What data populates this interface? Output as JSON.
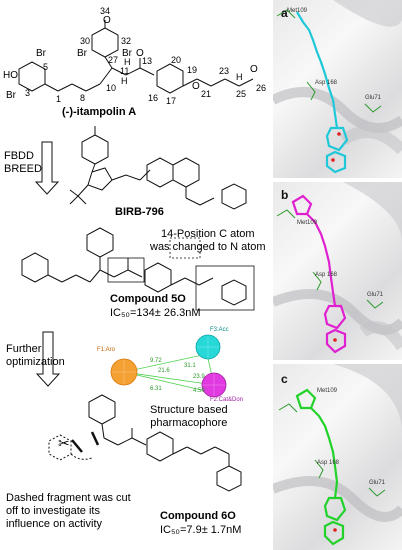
{
  "mol_a": {
    "name": "(-)-itampolin A",
    "atoms": {
      "n34": "34",
      "o": "O",
      "n30": "30",
      "n32": "32",
      "br1": "Br",
      "br2": "Br",
      "br3": "Br",
      "br4": "Br",
      "n5": "5",
      "ho": "HO",
      "n3": "3",
      "n1": "1",
      "n27": "27",
      "h11": "H",
      "n11": "11",
      "n8": "8",
      "n10": "10",
      "n13": "13",
      "h7": "H",
      "n20": "20",
      "n19": "19",
      "n16": "16",
      "n17": "17",
      "n21": "21",
      "n23": "23",
      "h25": "H",
      "n25": "25",
      "n26": "26",
      "oc": "O",
      "oe": "O",
      "oa": "O"
    }
  },
  "arrow1_label": "FBDD\nBREED",
  "mol_b": {
    "name": "BIRB-796"
  },
  "mol_5o": {
    "note": "14-Position C atom\nwas changed to N atom",
    "name": "Compound 5O",
    "ic50": "IC₅₀=134± 26.3nM"
  },
  "arrow2_label": "Further\noptimization",
  "pharmacophore": {
    "label": "Structure based\npharmacophore",
    "f1": "F1:Aro",
    "f2": "F2:Cat&Don",
    "f3": "F3:Acc",
    "d1": "9.72",
    "d2": "21.6",
    "d3": "6.31",
    "d4": "31.1",
    "d5": "4.50",
    "d6": "23.9"
  },
  "mol_6o": {
    "note": "Dashed fragment was cut\noff to investigate its\ninfluence on activity",
    "name": "Compound 6O",
    "ic50": "IC₅₀=7.9± 1.7nM"
  },
  "panels": [
    {
      "label": "a",
      "res1": "Met109",
      "res2": "Asp 168",
      "res3": "Glu71",
      "ligand_color": "#1ec8d8"
    },
    {
      "label": "b",
      "res1": "Met109",
      "res2": "Asp 168",
      "res3": "Glu71",
      "ligand_color": "#e020d0"
    },
    {
      "label": "c",
      "res1": "Met109",
      "res2": "Asp 168",
      "res3": "Glu71",
      "ligand_color": "#22d22a"
    }
  ]
}
